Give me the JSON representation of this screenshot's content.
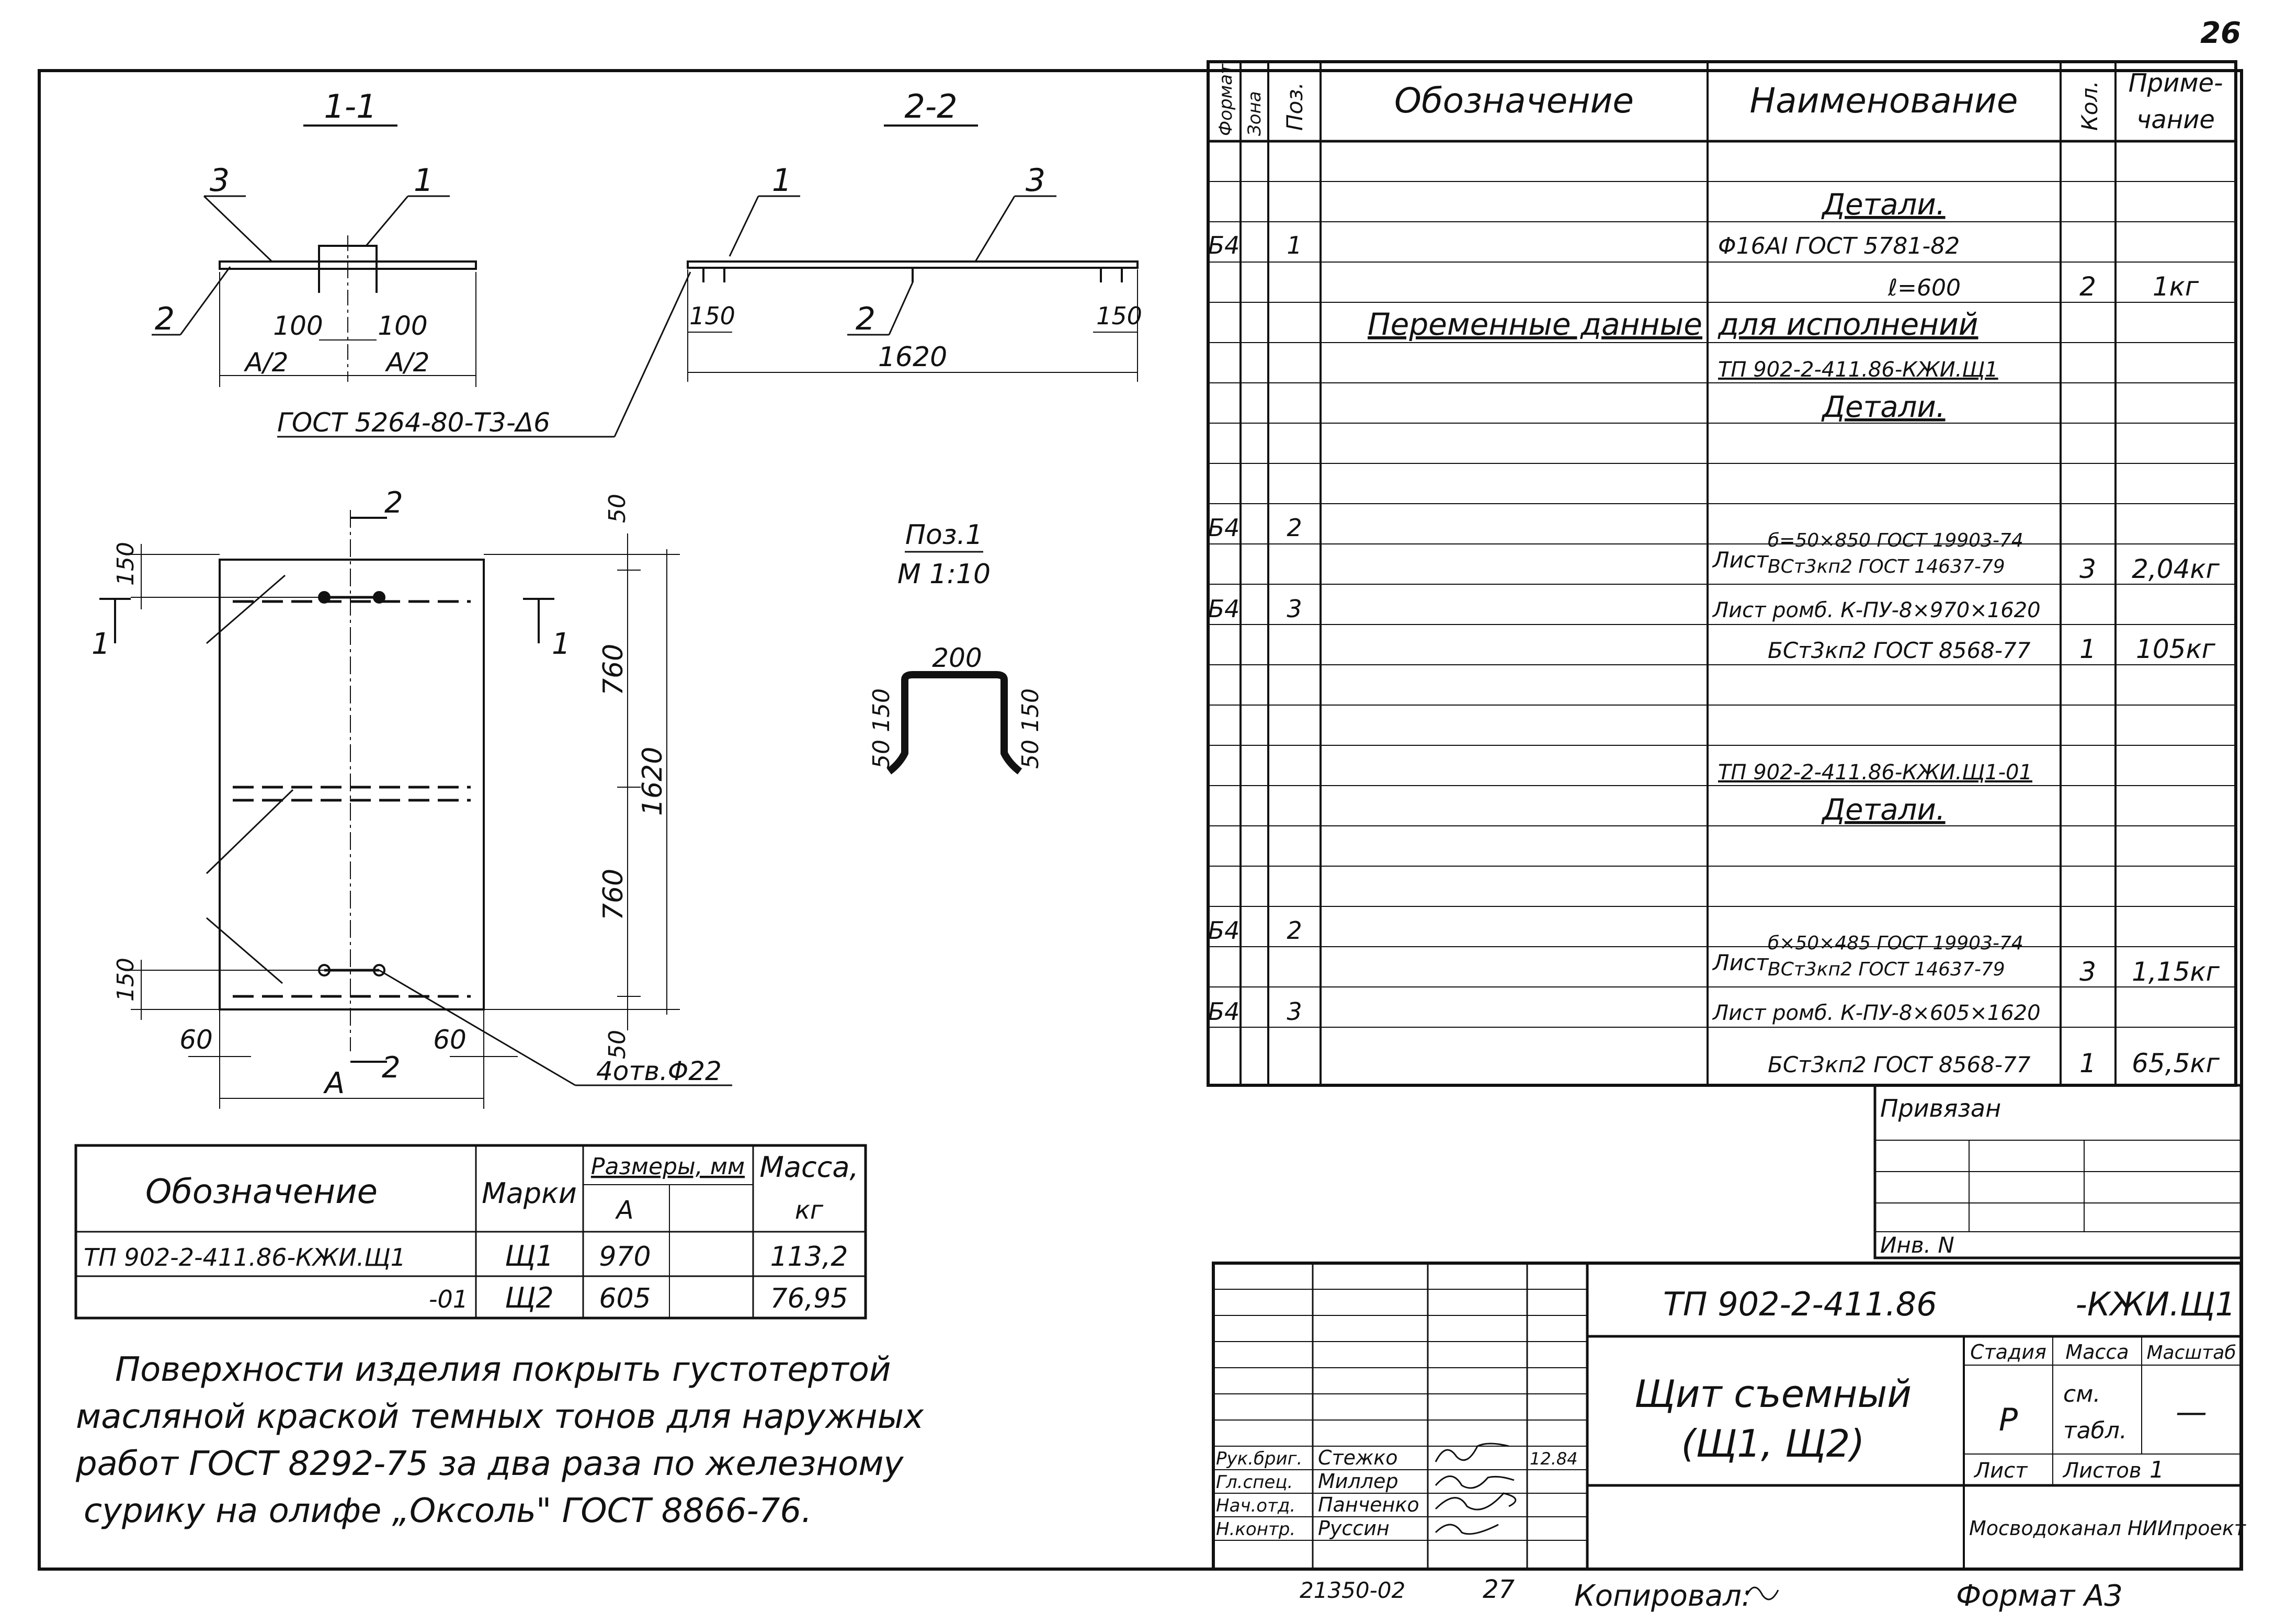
{
  "page_number": "26",
  "footer": {
    "left_code": "21350-02",
    "center_num": "27",
    "copied": "Копировал:",
    "format": "Формат А3"
  },
  "sections": {
    "s11": "1-1",
    "s22": "2-2",
    "gost_weld": "ГОСТ 5264-80-Т3-Δ6",
    "pos1": "Поз.1",
    "scale": "М 1:10"
  },
  "dims": {
    "a_half_l": "А/2",
    "a_half_r": "А/2",
    "d100_l": "100",
    "d100_r": "100",
    "d150_l": "150",
    "d150_r": "150",
    "d1620_h": "1620",
    "d1620_v": "1620",
    "d760_top": "760",
    "d760_bot": "760",
    "d50_top": "50",
    "d50_bot": "50",
    "d150_top": "150",
    "d150_bot": "150",
    "d60_l": "60",
    "d60_r": "60",
    "dA": "А",
    "holes": "4отв.Φ22",
    "p200": "200",
    "p150_l": "150",
    "p150_r": "150",
    "p50_l": "50",
    "p50_r": "50"
  },
  "callouts": {
    "s11_1": "1",
    "s11_2": "2",
    "s11_3": "3",
    "s22_1": "1",
    "s22_2": "2",
    "s22_3": "3",
    "cut1_l": "1",
    "cut1_r": "1",
    "cut2_t": "2",
    "cut2_b": "2"
  },
  "spec": {
    "headers": {
      "format": "Формат",
      "zone": "Зона",
      "pos": "Поз.",
      "designation": "Обозначение",
      "name": "Наименование",
      "qty": "Кол.",
      "note_1": "Приме-",
      "note_2": "чание"
    },
    "section_details_1": "Детали.",
    "r1_format": "Б4",
    "r1_pos": "1",
    "r1_name": "Φ16АΙ ГОСТ 5781-82",
    "r1b_name": "ℓ=600",
    "r1b_qty": "2",
    "r1b_note": "1кг",
    "variable_left": "Переменные данные",
    "variable_right": "для исполнений",
    "variant1": "ТП 902-2-411.86-КЖИ.Щ1",
    "section_details_2": "Детали.",
    "v1r2_format": "Б4",
    "v1r2_pos": "2",
    "v1r2_name_prefix": "Лист",
    "v1r2_name_a": "б=50×850 ГОСТ 19903-74",
    "v1r2_name_b": "ВСт3кп2 ГОСТ 14637-79",
    "v1r2_qty": "3",
    "v1r2_note": "2,04кг",
    "v1r3_format": "Б4",
    "v1r3_pos": "3",
    "v1r3_name_a": "Лист ромб. К-ПУ-8×970×1620",
    "v1r3_name_b": "БСт3кп2 ГОСТ 8568-77",
    "v1r3_qty": "1",
    "v1r3_note": "105кг",
    "variant2": "ТП 902-2-411.86-КЖИ.Щ1-01",
    "section_details_3": "Детали.",
    "v2r2_format": "Б4",
    "v2r2_pos": "2",
    "v2r2_name_prefix": "Лист",
    "v2r2_name_a": "б×50×485 ГОСТ 19903-74",
    "v2r2_name_b": "ВСт3кп2 ГОСТ 14637-79",
    "v2r2_qty": "3",
    "v2r2_note": "1,15кг",
    "v2r3_format": "Б4",
    "v2r3_pos": "3",
    "v2r3_name_a": "Лист ромб. К-ПУ-8×605×1620",
    "v2r3_name_b": "БСт3кп2 ГОСТ 8568-77",
    "v2r3_qty": "1",
    "v2r3_note": "65,5кг"
  },
  "binding": {
    "tied": "Привязан",
    "inv": "Инв. N"
  },
  "variants": {
    "h_designation": "Обозначение",
    "h_mark": "Марки",
    "h_dims": "Размеры, мм",
    "h_dim_a": "А",
    "h_mass_1": "Масса,",
    "h_mass_2": "кг",
    "rows": [
      {
        "designation": "ТП 902-2-411.86-КЖИ.Щ1",
        "mark": "Щ1",
        "a": "970",
        "mass": "113,2"
      },
      {
        "designation": "-01",
        "mark": "Щ2",
        "a": "605",
        "mass": "76,95"
      }
    ]
  },
  "note": {
    "line1": "Поверхности изделия покрыть густотертой",
    "line2": "масляной краской темных тонов для наружных",
    "line3": "работ ГОСТ 8292-75 за два раза по железному",
    "line4": "сурику на олифе „Оксоль\" ГОСТ 8866-76."
  },
  "title_block": {
    "code": "ТП 902-2-411.86",
    "code_suffix": "-КЖИ.Щ1",
    "title_1": "Щит съемный",
    "title_2": "(Щ1, Щ2)",
    "stage_h": "Стадия",
    "mass_h": "Масса",
    "scale_h": "Масштаб",
    "stage": "Р",
    "mass_1": "см.",
    "mass_2": "табл.",
    "scale": "—",
    "sheet_h": "Лист",
    "sheets_h": "Листов",
    "sheets": "1",
    "org": "Мосводоканал НИИпроект",
    "roles": [
      {
        "role": "Рук.бриг.",
        "name": "Стежко",
        "date": "12.84"
      },
      {
        "role": "Гл.спец.",
        "name": "Миллер",
        "date": ""
      },
      {
        "role": "Нач.отд.",
        "name": "Панченко",
        "date": ""
      },
      {
        "role": "Н.контр.",
        "name": "Руссин",
        "date": ""
      }
    ]
  }
}
